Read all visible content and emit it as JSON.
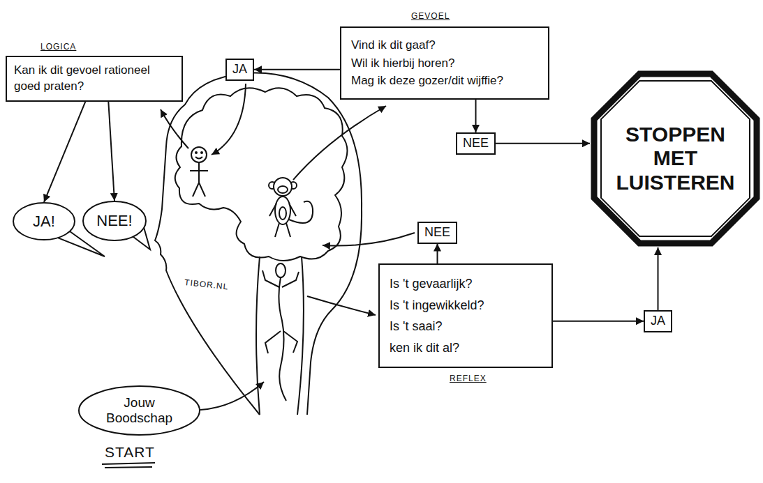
{
  "diagram": {
    "nodes": [
      {
        "text": [
          "LOGICA",
          "Kan ik dit gevoel rationeel goed praten?"
        ]
      },
      {
        "text": [
          "JA"
        ]
      },
      {
        "text": [
          "GEVOEL",
          "Vind ik dit gaaf?",
          "Wil ik hierbij horen?",
          "Mag ik deze gozer/dit wijffie?"
        ]
      },
      {
        "text": [
          "NEE"
        ]
      },
      {
        "text": [
          "STOPPEN MET LUISTEREN"
        ]
      },
      {
        "text": [
          "JA!"
        ]
      },
      {
        "text": [
          "NEE!"
        ]
      },
      {
        "text": [
          "NEE"
        ]
      },
      {
        "text": [
          "Is 't gevaarlijk?",
          "Is 't ingewikkeld?",
          "Is 't saai?",
          "ken ik dit al?",
          "REFLEX"
        ]
      },
      {
        "text": [
          "JA"
        ]
      },
      {
        "text": [
          "Jouw Boodschap"
        ]
      }
    ],
    "edges": [
      {
        "from": 2,
        "to": 1,
        "arrow": "to"
      },
      {
        "from": 2,
        "to": 3,
        "arrow": "to"
      },
      {
        "from": 3,
        "to": 4,
        "arrow": "to"
      },
      {
        "from": 0,
        "to": 5,
        "arrow": "to"
      },
      {
        "from": 0,
        "to": 6,
        "arrow": "to"
      },
      {
        "from": 8,
        "to": 7,
        "arrow": "to"
      },
      {
        "from": 8,
        "to": 9,
        "arrow": "to"
      },
      {
        "from": 9,
        "to": 4,
        "arrow": "to"
      }
    ],
    "labels": [
      "TIBOR.NL",
      "START"
    ]
  }
}
